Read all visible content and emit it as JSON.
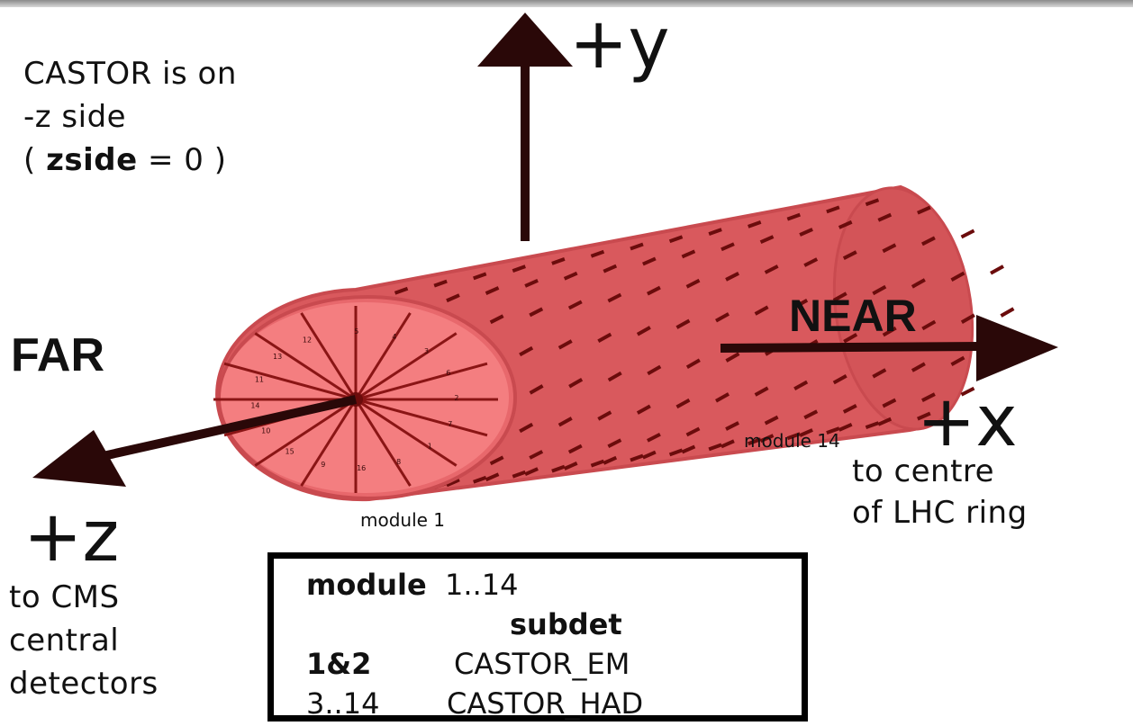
{
  "note": {
    "line1": "CASTOR is on",
    "line2": "-z side",
    "line3_open": "( ",
    "line3_bold": "zside",
    "line3_rest": " = 0 )"
  },
  "axes": {
    "y_label": "+y",
    "x_label": "+x",
    "x_caption_1": "to centre",
    "x_caption_2": "of LHC ring",
    "z_label": "+z",
    "z_caption_1": "to CMS",
    "z_caption_2": "central",
    "z_caption_3": "detectors"
  },
  "ends": {
    "far": "FAR",
    "near": "NEAR"
  },
  "modules": {
    "first": "module 1",
    "last": "module 14"
  },
  "sector_numbers": [
    "5",
    "4",
    "3",
    "6",
    "2",
    "7",
    "1",
    "8",
    "16",
    "9",
    "15",
    "10",
    "14",
    "11",
    "13",
    "12"
  ],
  "legend": {
    "header_bold": "module",
    "header_range": "1..14",
    "subdet_title": "subdet",
    "row1_modules": "1&2",
    "row1_subdet": "CASTOR_EM",
    "row2_modules": "3..14",
    "row2_subdet": "CASTOR_HAD"
  },
  "colors": {
    "cylinder_body": "#d9595d",
    "cylinder_face": "#f47e80",
    "cylinder_edge": "#c94a4f",
    "arrow": "#2a0808",
    "segment": "#6b0c0c"
  }
}
